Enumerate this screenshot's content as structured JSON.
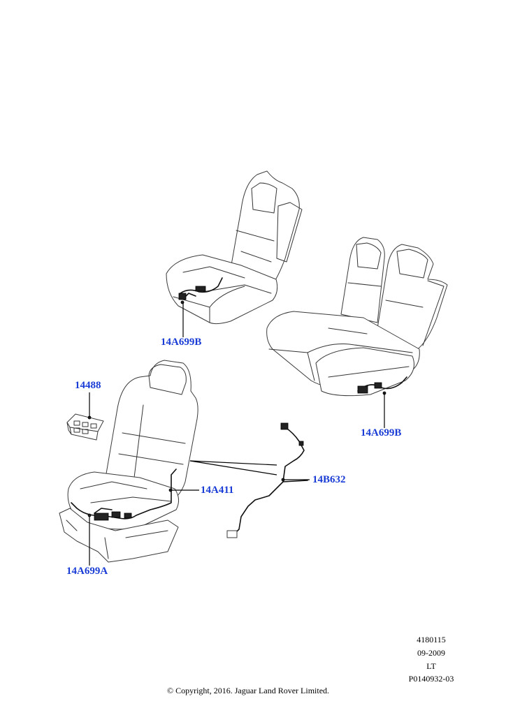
{
  "callouts": {
    "upper_front_seat": "14A699B",
    "rear_seat": "14A699B",
    "switch_pack": "14488",
    "front_seat_side": "14A411",
    "harness": "14B632",
    "front_seat_base": "14A699A"
  },
  "footer": {
    "code1": "4180115",
    "date": "09-2009",
    "lang": "LT",
    "ref": "P0140932-03",
    "copyright": "© Copyright, 2016. Jaguar Land Rover Limited."
  }
}
